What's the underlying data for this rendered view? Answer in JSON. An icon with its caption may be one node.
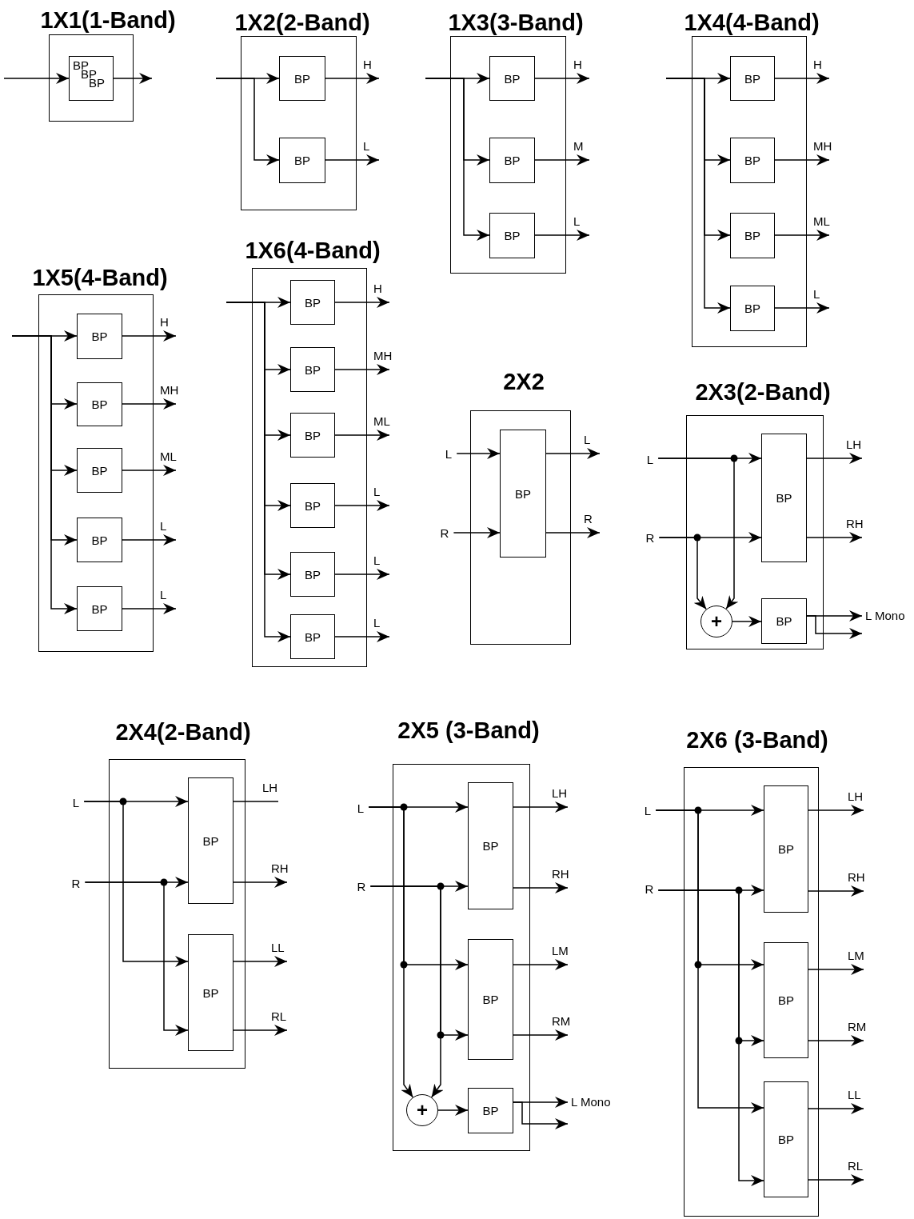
{
  "diagram": {
    "nodes": [
      {
        "text": [
          "1X1(1-Band)"
        ]
      },
      {
        "text": [
          "BP",
          "BP",
          "BP"
        ],
        "in": 0
      },
      {
        "text": [
          "1X2(2-Band)"
        ]
      },
      {
        "text": [
          "BP"
        ],
        "in": 2
      },
      {
        "text": [
          "BP"
        ],
        "in": 2
      },
      {
        "text": [
          "1X3(3-Band)"
        ]
      },
      {
        "text": [
          "BP"
        ],
        "in": 5
      },
      {
        "text": [
          "BP"
        ],
        "in": 5
      },
      {
        "text": [
          "BP"
        ],
        "in": 5
      },
      {
        "text": [
          "1X4(4-Band)"
        ]
      },
      {
        "text": [
          "BP"
        ],
        "in": 9
      },
      {
        "text": [
          "BP"
        ],
        "in": 9
      },
      {
        "text": [
          "BP"
        ],
        "in": 9
      },
      {
        "text": [
          "BP"
        ],
        "in": 9
      },
      {
        "text": [
          "1X5(4-Band)"
        ]
      },
      {
        "text": [
          "BP"
        ],
        "in": 14
      },
      {
        "text": [
          "BP"
        ],
        "in": 14
      },
      {
        "text": [
          "BP"
        ],
        "in": 14
      },
      {
        "text": [
          "BP"
        ],
        "in": 14
      },
      {
        "text": [
          "BP"
        ],
        "in": 14
      },
      {
        "text": [
          "1X6(4-Band)"
        ]
      },
      {
        "text": [
          "BP"
        ],
        "in": 20
      },
      {
        "text": [
          "BP"
        ],
        "in": 20
      },
      {
        "text": [
          "BP"
        ],
        "in": 20
      },
      {
        "text": [
          "BP"
        ],
        "in": 20
      },
      {
        "text": [
          "BP"
        ],
        "in": 20
      },
      {
        "text": [
          "BP"
        ],
        "in": 20
      },
      {
        "text": [
          "2X2"
        ]
      },
      {
        "text": [
          "L"
        ]
      },
      {
        "text": [
          "R"
        ]
      },
      {
        "text": [
          "BP"
        ],
        "in": 27
      },
      {
        "text": [
          "2X3(2-Band)"
        ]
      },
      {
        "text": [
          "L"
        ]
      },
      {
        "text": [
          "R"
        ]
      },
      {
        "text": [
          "BP"
        ],
        "in": 31
      },
      {
        "text": [
          "+"
        ],
        "in": 31
      },
      {
        "text": [
          "BP"
        ],
        "in": 31
      },
      {
        "text": [
          "2X4(2-Band)"
        ]
      },
      {
        "text": [
          "L"
        ]
      },
      {
        "text": [
          "R"
        ]
      },
      {
        "text": [
          "BP"
        ],
        "in": 37
      },
      {
        "text": [
          "BP"
        ],
        "in": 37
      },
      {
        "text": [
          "2X5 (3-Band)"
        ]
      },
      {
        "text": [
          "L"
        ]
      },
      {
        "text": [
          "R"
        ]
      },
      {
        "text": [
          "BP"
        ],
        "in": 42
      },
      {
        "text": [
          "BP"
        ],
        "in": 42
      },
      {
        "text": [
          "+"
        ],
        "in": 42
      },
      {
        "text": [
          "BP"
        ],
        "in": 42
      },
      {
        "text": [
          "2X6 (3-Band)"
        ]
      },
      {
        "text": [
          "L"
        ]
      },
      {
        "text": [
          "R"
        ]
      },
      {
        "text": [
          "BP"
        ],
        "in": 49
      },
      {
        "text": [
          "BP"
        ],
        "in": 49
      },
      {
        "text": [
          "BP"
        ],
        "in": 49
      }
    ],
    "edges": [
      {
        "from": null,
        "to": 1,
        "arrow": "to"
      },
      {
        "from": 1,
        "to": null,
        "arrow": "to"
      },
      {
        "from": null,
        "to": 3,
        "arrow": "to"
      },
      {
        "from": null,
        "to": 4,
        "arrow": "to"
      },
      {
        "from": 3,
        "to": null,
        "arrow": "to",
        "label": "H"
      },
      {
        "from": 4,
        "to": null,
        "arrow": "to",
        "label": "L"
      },
      {
        "from": null,
        "to": 6,
        "arrow": "to"
      },
      {
        "from": null,
        "to": 7,
        "arrow": "to"
      },
      {
        "from": null,
        "to": 8,
        "arrow": "to"
      },
      {
        "from": 6,
        "to": null,
        "arrow": "to",
        "label": "H"
      },
      {
        "from": 7,
        "to": null,
        "arrow": "to",
        "label": "M"
      },
      {
        "from": 8,
        "to": null,
        "arrow": "to",
        "label": "L"
      },
      {
        "from": null,
        "to": 10,
        "arrow": "to"
      },
      {
        "from": null,
        "to": 11,
        "arrow": "to"
      },
      {
        "from": null,
        "to": 12,
        "arrow": "to"
      },
      {
        "from": null,
        "to": 13,
        "arrow": "to"
      },
      {
        "from": 10,
        "to": null,
        "arrow": "to",
        "label": "H"
      },
      {
        "from": 11,
        "to": null,
        "arrow": "to",
        "label": "MH"
      },
      {
        "from": 12,
        "to": null,
        "arrow": "to",
        "label": "ML"
      },
      {
        "from": 13,
        "to": null,
        "arrow": "to",
        "label": "L"
      },
      {
        "from": null,
        "to": 15,
        "arrow": "to"
      },
      {
        "from": null,
        "to": 16,
        "arrow": "to"
      },
      {
        "from": null,
        "to": 17,
        "arrow": "to"
      },
      {
        "from": null,
        "to": 18,
        "arrow": "to"
      },
      {
        "from": null,
        "to": 19,
        "arrow": "to"
      },
      {
        "from": 15,
        "to": null,
        "arrow": "to",
        "label": "H"
      },
      {
        "from": 16,
        "to": null,
        "arrow": "to",
        "label": "MH"
      },
      {
        "from": 17,
        "to": null,
        "arrow": "to",
        "label": "ML"
      },
      {
        "from": 18,
        "to": null,
        "arrow": "to",
        "label": "L"
      },
      {
        "from": 19,
        "to": null,
        "arrow": "to",
        "label": "L"
      },
      {
        "from": null,
        "to": 21,
        "arrow": "to"
      },
      {
        "from": null,
        "to": 22,
        "arrow": "to"
      },
      {
        "from": null,
        "to": 23,
        "arrow": "to"
      },
      {
        "from": null,
        "to": 24,
        "arrow": "to"
      },
      {
        "from": null,
        "to": 25,
        "arrow": "to"
      },
      {
        "from": null,
        "to": 26,
        "arrow": "to"
      },
      {
        "from": 21,
        "to": null,
        "arrow": "to",
        "label": "H"
      },
      {
        "from": 22,
        "to": null,
        "arrow": "to",
        "label": "MH"
      },
      {
        "from": 23,
        "to": null,
        "arrow": "to",
        "label": "ML"
      },
      {
        "from": 24,
        "to": null,
        "arrow": "to",
        "label": "L"
      },
      {
        "from": 25,
        "to": null,
        "arrow": "to",
        "label": "L"
      },
      {
        "from": 26,
        "to": null,
        "arrow": "to",
        "label": "L"
      },
      {
        "from": 28,
        "to": 30,
        "arrow": "to"
      },
      {
        "from": 29,
        "to": 30,
        "arrow": "to"
      },
      {
        "from": 30,
        "to": null,
        "arrow": "to",
        "label": "L"
      },
      {
        "from": 30,
        "to": null,
        "arrow": "to",
        "label": "R"
      },
      {
        "from": 32,
        "to": 34,
        "arrow": "to"
      },
      {
        "from": 33,
        "to": 34,
        "arrow": "to"
      },
      {
        "from": 32,
        "to": 35,
        "arrow": "to"
      },
      {
        "from": 33,
        "to": 35,
        "arrow": "to"
      },
      {
        "from": 35,
        "to": 36,
        "arrow": "to"
      },
      {
        "from": 34,
        "to": null,
        "arrow": "to",
        "label": "LH"
      },
      {
        "from": 34,
        "to": null,
        "arrow": "to",
        "label": "RH"
      },
      {
        "from": 36,
        "to": null,
        "arrow": "to",
        "label": "L Mono"
      },
      {
        "from": 36,
        "to": null,
        "arrow": "to"
      },
      {
        "from": 38,
        "to": 40,
        "arrow": "to"
      },
      {
        "from": 39,
        "to": 40,
        "arrow": "to"
      },
      {
        "from": 38,
        "to": 41,
        "arrow": "to"
      },
      {
        "from": 39,
        "to": 41,
        "arrow": "to"
      },
      {
        "from": 40,
        "to": null,
        "arrow": "none",
        "label": "LH"
      },
      {
        "from": 40,
        "to": null,
        "arrow": "to",
        "label": "RH"
      },
      {
        "from": 41,
        "to": null,
        "arrow": "to",
        "label": "LL"
      },
      {
        "from": 41,
        "to": null,
        "arrow": "to",
        "label": "RL"
      },
      {
        "from": 43,
        "to": 45,
        "arrow": "to"
      },
      {
        "from": 44,
        "to": 45,
        "arrow": "to"
      },
      {
        "from": 43,
        "to": 46,
        "arrow": "to"
      },
      {
        "from": 44,
        "to": 46,
        "arrow": "to"
      },
      {
        "from": 43,
        "to": 47,
        "arrow": "to"
      },
      {
        "from": 44,
        "to": 47,
        "arrow": "to"
      },
      {
        "from": 47,
        "to": 48,
        "arrow": "to"
      },
      {
        "from": 45,
        "to": null,
        "arrow": "to",
        "label": "LH"
      },
      {
        "from": 45,
        "to": null,
        "arrow": "to",
        "label": "RH"
      },
      {
        "from": 46,
        "to": null,
        "arrow": "to",
        "label": "LM"
      },
      {
        "from": 46,
        "to": null,
        "arrow": "to",
        "label": "RM"
      },
      {
        "from": 48,
        "to": null,
        "arrow": "to",
        "label": "L Mono"
      },
      {
        "from": 48,
        "to": null,
        "arrow": "to"
      },
      {
        "from": 50,
        "to": 52,
        "arrow": "to"
      },
      {
        "from": 51,
        "to": 52,
        "arrow": "to"
      },
      {
        "from": 50,
        "to": 53,
        "arrow": "to"
      },
      {
        "from": 51,
        "to": 53,
        "arrow": "to"
      },
      {
        "from": 50,
        "to": 54,
        "arrow": "to"
      },
      {
        "from": 51,
        "to": 54,
        "arrow": "to"
      },
      {
        "from": 52,
        "to": null,
        "arrow": "to",
        "label": "LH"
      },
      {
        "from": 52,
        "to": null,
        "arrow": "to",
        "label": "RH"
      },
      {
        "from": 53,
        "to": null,
        "arrow": "to",
        "label": "LM"
      },
      {
        "from": 53,
        "to": null,
        "arrow": "to",
        "label": "RM"
      },
      {
        "from": 54,
        "to": null,
        "arrow": "to",
        "label": "LL"
      },
      {
        "from": 54,
        "to": null,
        "arrow": "to",
        "label": "RL"
      }
    ]
  }
}
